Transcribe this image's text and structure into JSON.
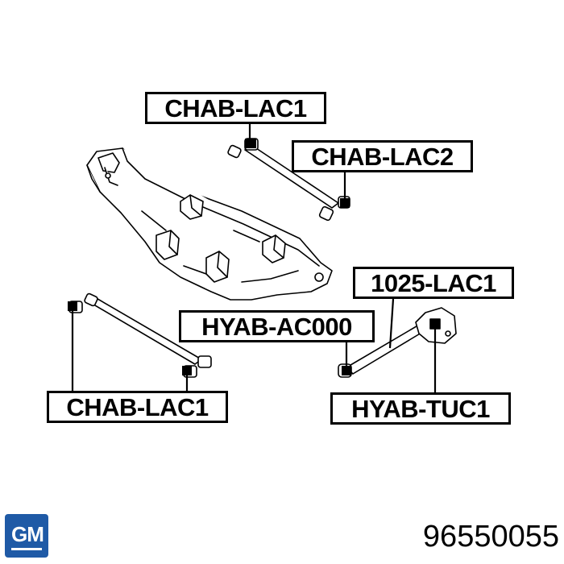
{
  "labels": {
    "top_left_link": "CHAB-LAC1",
    "upper_right_link": "CHAB-LAC2",
    "trailing_arm": "1025-LAC1",
    "trailing_arm_bushing": "HYAB-AC000",
    "bottom_left_link": "CHAB-LAC1",
    "bracket_bushing": "HYAB-TUC1"
  },
  "brand": {
    "logo_text": "GM",
    "logo_color": "#1f5aa6"
  },
  "part_number": "96550055"
}
